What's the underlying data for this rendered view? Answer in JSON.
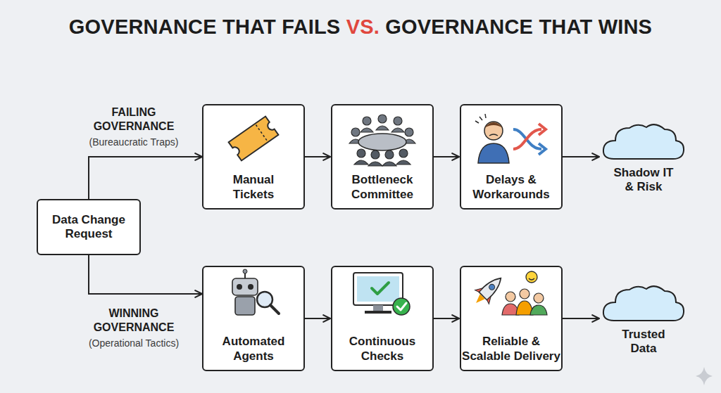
{
  "diagram": {
    "title": "GOVERNANCE THAT FAILS VS. GOVERNANCE THAT WINS",
    "nodes": [
      {
        "text": [
          "Data Change Request"
        ]
      },
      {
        "text": [
          "Manual Tickets"
        ]
      },
      {
        "text": [
          "Bottleneck Committee"
        ]
      },
      {
        "text": [
          "Delays & Workarounds"
        ]
      },
      {
        "text": [
          "Shadow IT & Risk"
        ]
      },
      {
        "text": [
          "Automated Agents"
        ]
      },
      {
        "text": [
          "Continuous Checks"
        ]
      },
      {
        "text": [
          "Reliable & Scalable Delivery"
        ]
      },
      {
        "text": [
          "Trusted Data"
        ]
      }
    ],
    "edges": [
      {
        "from": 0,
        "to": 1,
        "arrow": "to"
      },
      {
        "from": 1,
        "to": 2,
        "arrow": "to"
      },
      {
        "from": 2,
        "to": 3,
        "arrow": "to"
      },
      {
        "from": 3,
        "to": 4,
        "arrow": "to"
      },
      {
        "from": 0,
        "to": 5,
        "arrow": "to"
      },
      {
        "from": 5,
        "to": 6,
        "arrow": "to"
      },
      {
        "from": 6,
        "to": 7,
        "arrow": "to"
      },
      {
        "from": 7,
        "to": 8,
        "arrow": "to"
      }
    ],
    "labels": [
      "FAILING GOVERNANCE",
      "(Bureaucratic Traps)",
      "WINNING GOVERNANCE",
      "(Operational Tactics)"
    ]
  }
}
